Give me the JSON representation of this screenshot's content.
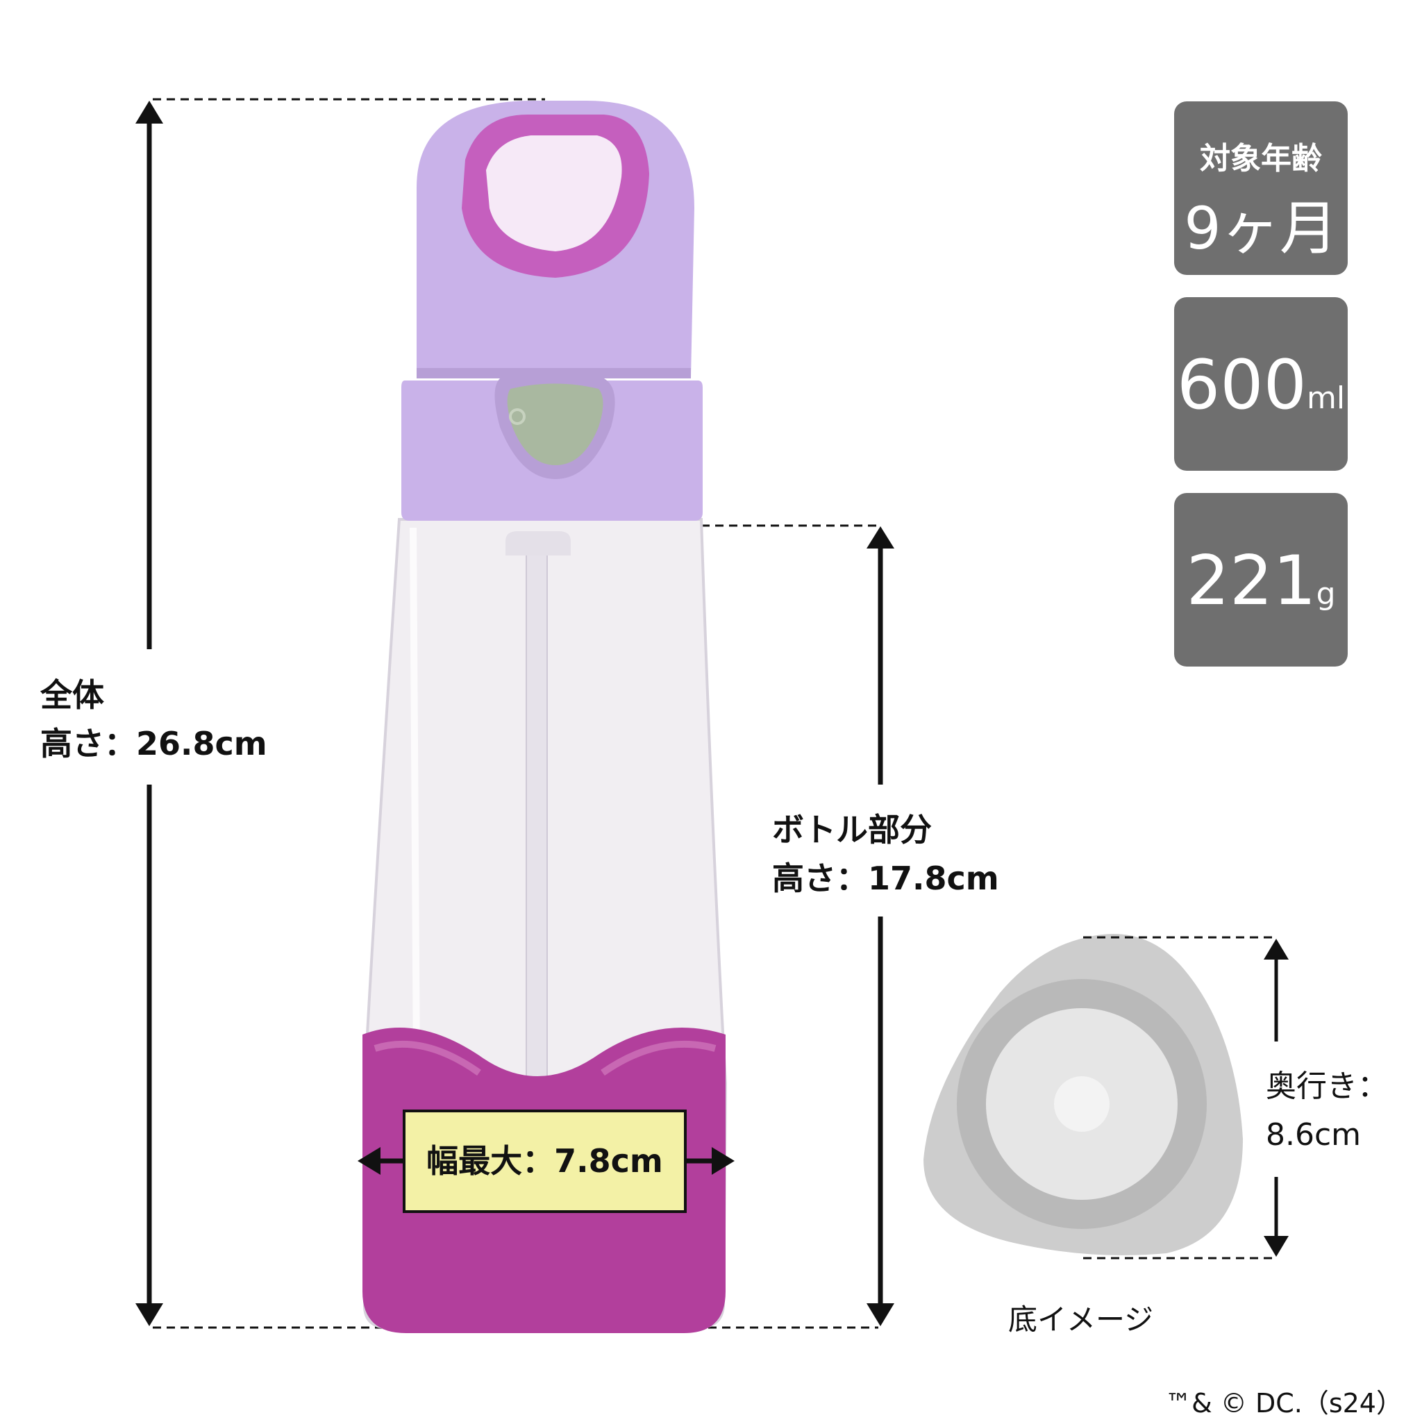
{
  "badges": {
    "age_label": "対象年齢",
    "age_value": "9ヶ月",
    "capacity_value": "600",
    "capacity_unit": "ml",
    "weight_value": "221",
    "weight_unit": "g"
  },
  "dimensions": {
    "total_line1": "全体",
    "total_line2": "高さ：26.8cm",
    "bottle_line1": "ボトル部分",
    "bottle_line2": "高さ：17.8cm",
    "width_label": "幅最大：7.8cm",
    "depth_line1": "奥行き：",
    "depth_line2": "8.6cm"
  },
  "bottom_image_caption": "底イメージ",
  "copyright": "™& © DC.（s24）",
  "colors": {
    "lid": "#c9b2e9",
    "lid_inner": "#c55fbe",
    "button": "#a9b8a0",
    "base": "#b23f9c",
    "badge": "#6f6f6f",
    "highlight_box": "#f3f1a6"
  }
}
